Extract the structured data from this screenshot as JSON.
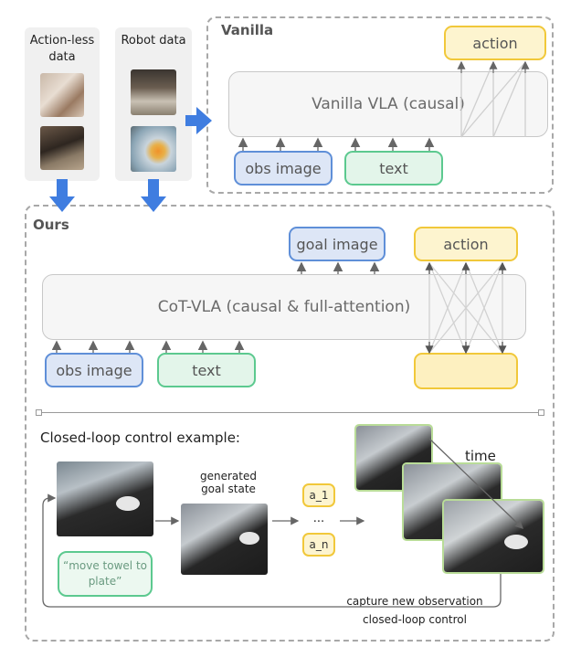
{
  "sources": {
    "action_less_title": "Action-less\ndata",
    "robot_title": "Robot data"
  },
  "vanilla": {
    "section_title": "Vanilla",
    "model_label": "Vanilla VLA (causal)",
    "obs_label": "obs image",
    "text_label": "text",
    "action_label": "action"
  },
  "ours": {
    "section_title": "Ours",
    "model_label": "CoT-VLA (causal & full-attention)",
    "goal_label": "goal image",
    "action_label": "action",
    "obs_label": "obs image",
    "text_label": "text"
  },
  "closed_loop": {
    "title": "Closed-loop control example:",
    "generated_label": "generated\ngoal state",
    "a1": "a_1",
    "dots": "...",
    "an": "a_n",
    "time_label": "time",
    "instruction": "“move towel to\nplate”",
    "capture_label": "capture new observation",
    "loop_label": "closed-loop control"
  },
  "colors": {
    "blue_accent": "#5f8fd8",
    "green_accent": "#5cc98f",
    "yellow_accent": "#f1c83a",
    "arrow_blue": "#3f7de0",
    "dash_gray": "#a8a8a8"
  },
  "icons": {
    "source_arrow": "arrow-right-icon",
    "down_arrow": "arrow-down-icon"
  }
}
